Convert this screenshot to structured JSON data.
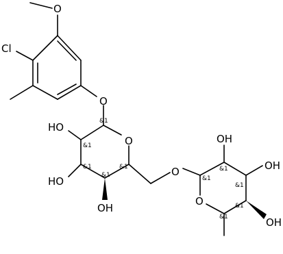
{
  "diagram": {
    "colors": {
      "ink": "#000000",
      "background": "#ffffff"
    },
    "atom_labels": {
      "methoxy_o": "O",
      "cl": "Cl",
      "aryl_ether_o": "O",
      "glc_ring_o": "O",
      "glc_c2_oh": "HO",
      "glc_c3_oh": "HO",
      "glc_c4_oh": "OH",
      "glycosidic_o": "O",
      "rha_ring_o": "O",
      "rha_c2_oh": "OH",
      "rha_c3_oh": "OH",
      "rha_c4_oh": "OH"
    },
    "stereo_labels": {
      "glc_c1": "&1",
      "glc_c2": "&1",
      "glc_c3": "&1",
      "glc_c4": "&1",
      "glc_c5": "&1",
      "rha_c1": "&1",
      "rha_c2": "&1",
      "rha_c3": "&1",
      "rha_c4": "&1",
      "rha_c5": "&1"
    }
  }
}
